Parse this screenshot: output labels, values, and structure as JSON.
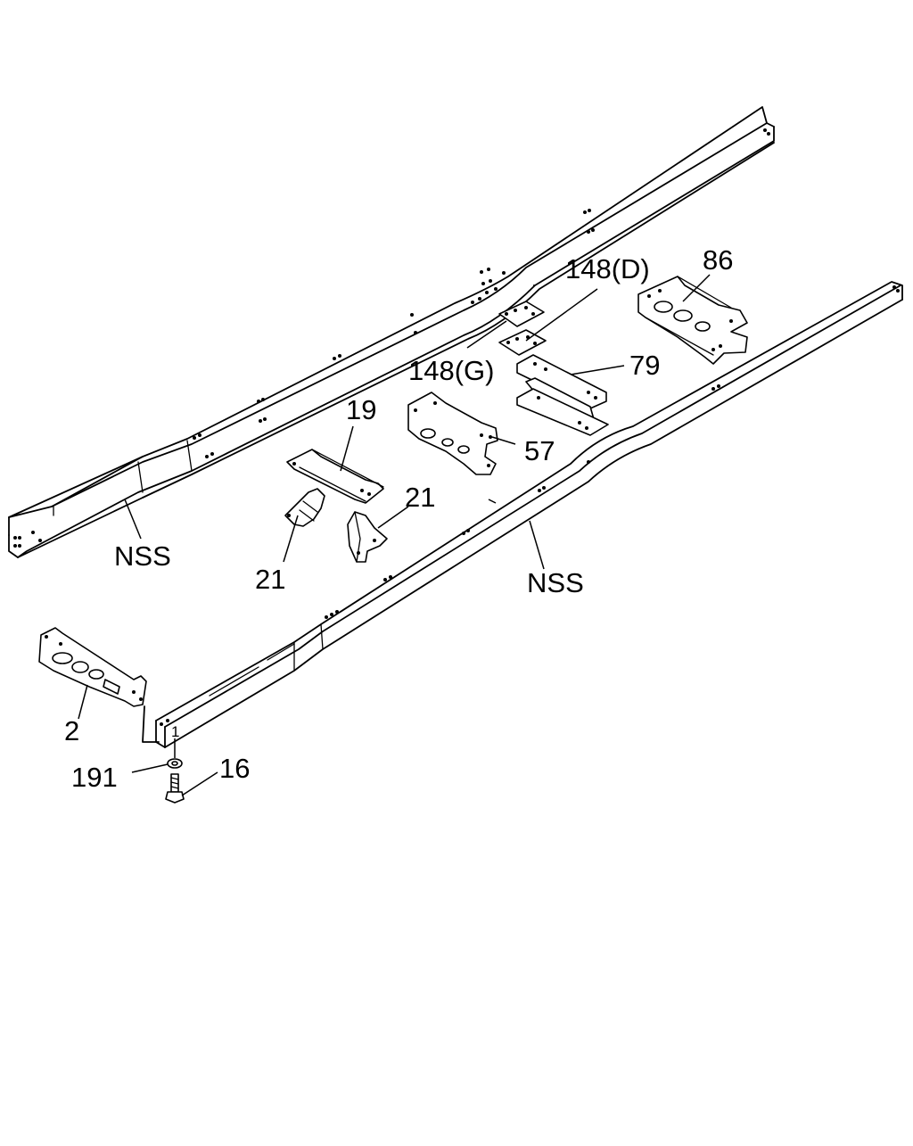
{
  "callouts": {
    "nss_left": "NSS",
    "nss_right": "NSS",
    "p148d": "148(D)",
    "p86": "86",
    "p148g": "148(G)",
    "p79": "79",
    "p19": "19",
    "p57": "57",
    "p21a": "21",
    "p21b": "21",
    "p2": "2",
    "p1": "1",
    "p191": "191",
    "p16": "16"
  }
}
